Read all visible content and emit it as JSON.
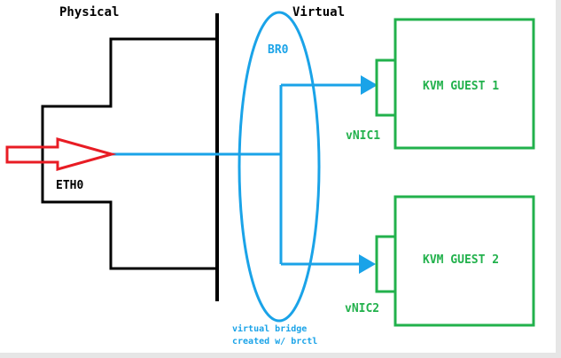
{
  "labels": {
    "physical": "Physical",
    "virtual": "Virtual",
    "bridge": "BR0",
    "eth": "ETH0",
    "vnic1": "vNIC1",
    "vnic2": "vNIC2",
    "guest1": "KVM GUEST 1",
    "guest2": "KVM GUEST 2",
    "caption_line1": "virtual bridge",
    "caption_line2": "created w/ brctl"
  },
  "colors": {
    "black": "#000000",
    "blue": "#1aa3e8",
    "green": "#22b14c",
    "red": "#e81c24",
    "background": "#ffffff"
  }
}
